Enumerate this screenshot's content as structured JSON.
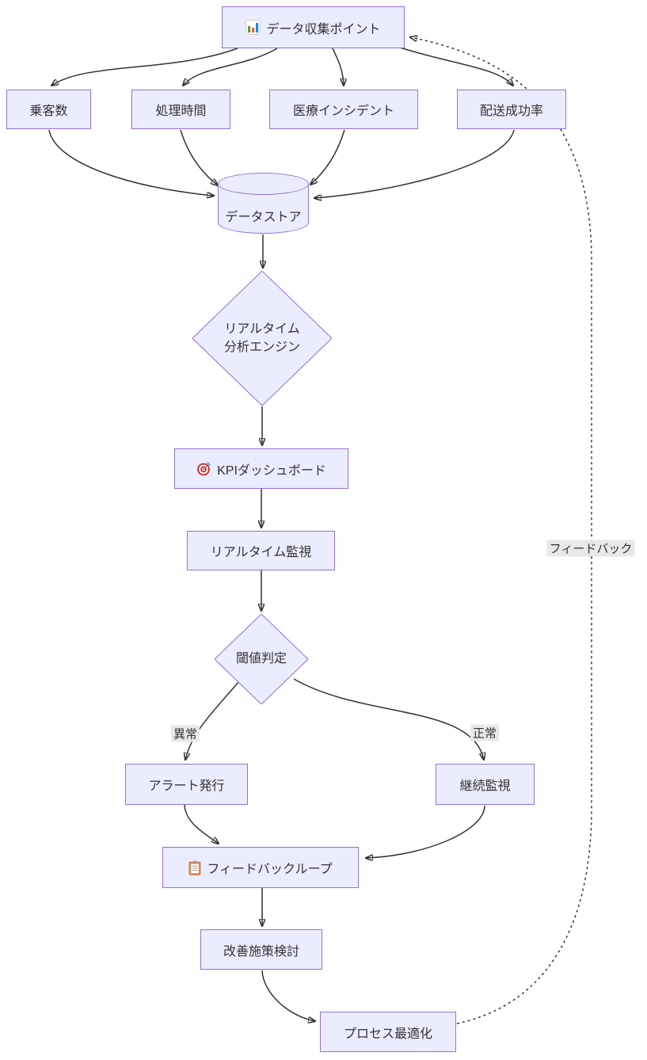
{
  "diagram": {
    "type": "flowchart",
    "nodes": {
      "collection": {
        "label": "データ収集ポイント",
        "icon": "bar-chart"
      },
      "passengers": {
        "label": "乗客数"
      },
      "processing": {
        "label": "処理時間"
      },
      "medical": {
        "label": "医療インシデント"
      },
      "delivery": {
        "label": "配送成功率"
      },
      "datastore": {
        "label": "データストア"
      },
      "analysis": {
        "lines": [
          "リアルタイム",
          "分析エンジン"
        ]
      },
      "kpi": {
        "label": "KPIダッシュボード",
        "icon": "target"
      },
      "monitoring": {
        "label": "リアルタイム監視"
      },
      "threshold": {
        "label": "閾値判定"
      },
      "alert": {
        "label": "アラート発行"
      },
      "continue": {
        "label": "継続監視"
      },
      "feedback_loop": {
        "label": "フィードバックループ",
        "icon": "clipboard"
      },
      "improvement": {
        "label": "改善施策検討"
      },
      "optimization": {
        "label": "プロセス最適化"
      }
    },
    "edge_labels": {
      "abnormal": "異常",
      "normal": "正常",
      "feedback": "フィードバック"
    },
    "colors": {
      "node_fill": "#ECECFF",
      "node_border": "#9370DB",
      "edge": "#333333",
      "text": "#333333",
      "edge_label_bg": "#e8e8e8",
      "background": "#ffffff"
    }
  }
}
